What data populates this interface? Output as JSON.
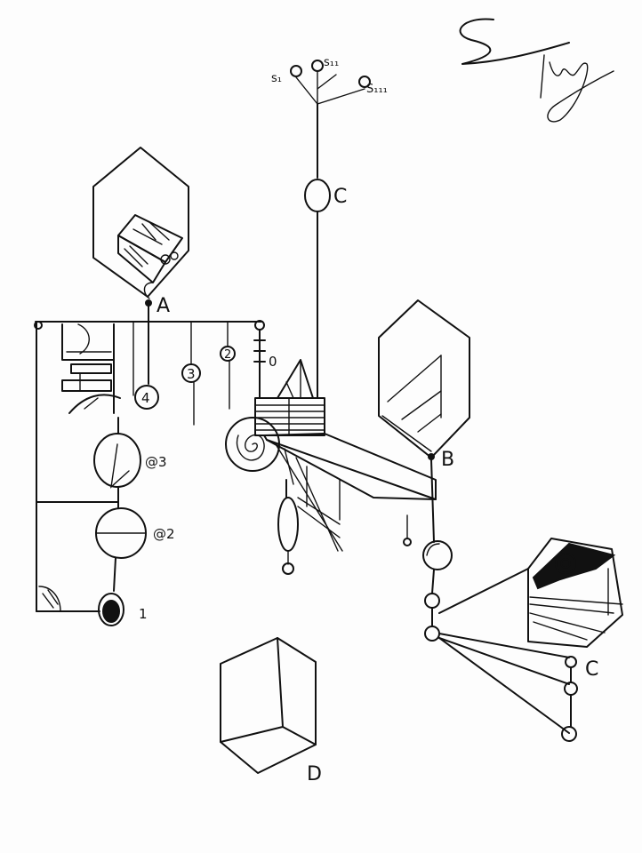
{
  "labels": {
    "a": "A",
    "b": "B",
    "c_top": "C",
    "c_right": "C",
    "d": "D",
    "s1": "s₁",
    "s2": "s₁₁",
    "s3": "S₁₁₁",
    "n4": "4",
    "n3_small": "3",
    "n2_small": "2",
    "n0": "0",
    "at3": "@3",
    "at2": "@2",
    "n1": "1"
  },
  "signature": "S. Tilley"
}
